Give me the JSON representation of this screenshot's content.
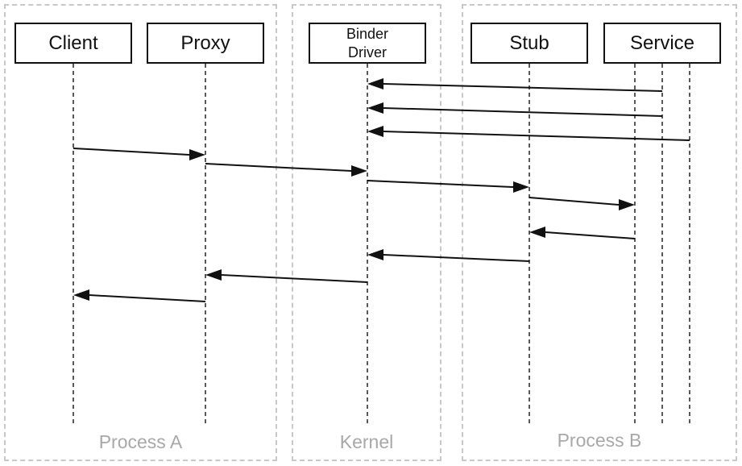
{
  "regions": {
    "process_a": "Process A",
    "kernel": "Kernel",
    "process_b": "Process B"
  },
  "actors": {
    "client": "Client",
    "proxy": "Proxy",
    "binder_line1": "Binder",
    "binder_line2": "Driver",
    "stub": "Stub",
    "service": "Service"
  },
  "messages": [
    {
      "from": "service-3",
      "to": "binder"
    },
    {
      "from": "service-3",
      "to": "binder"
    },
    {
      "from": "service-4",
      "to": "binder"
    },
    {
      "from": "client",
      "to": "proxy"
    },
    {
      "from": "proxy",
      "to": "binder"
    },
    {
      "from": "binder",
      "to": "stub"
    },
    {
      "from": "stub",
      "to": "service-2"
    },
    {
      "from": "service-2",
      "to": "stub"
    },
    {
      "from": "stub",
      "to": "binder"
    },
    {
      "from": "binder",
      "to": "proxy"
    },
    {
      "from": "proxy",
      "to": "client"
    }
  ]
}
